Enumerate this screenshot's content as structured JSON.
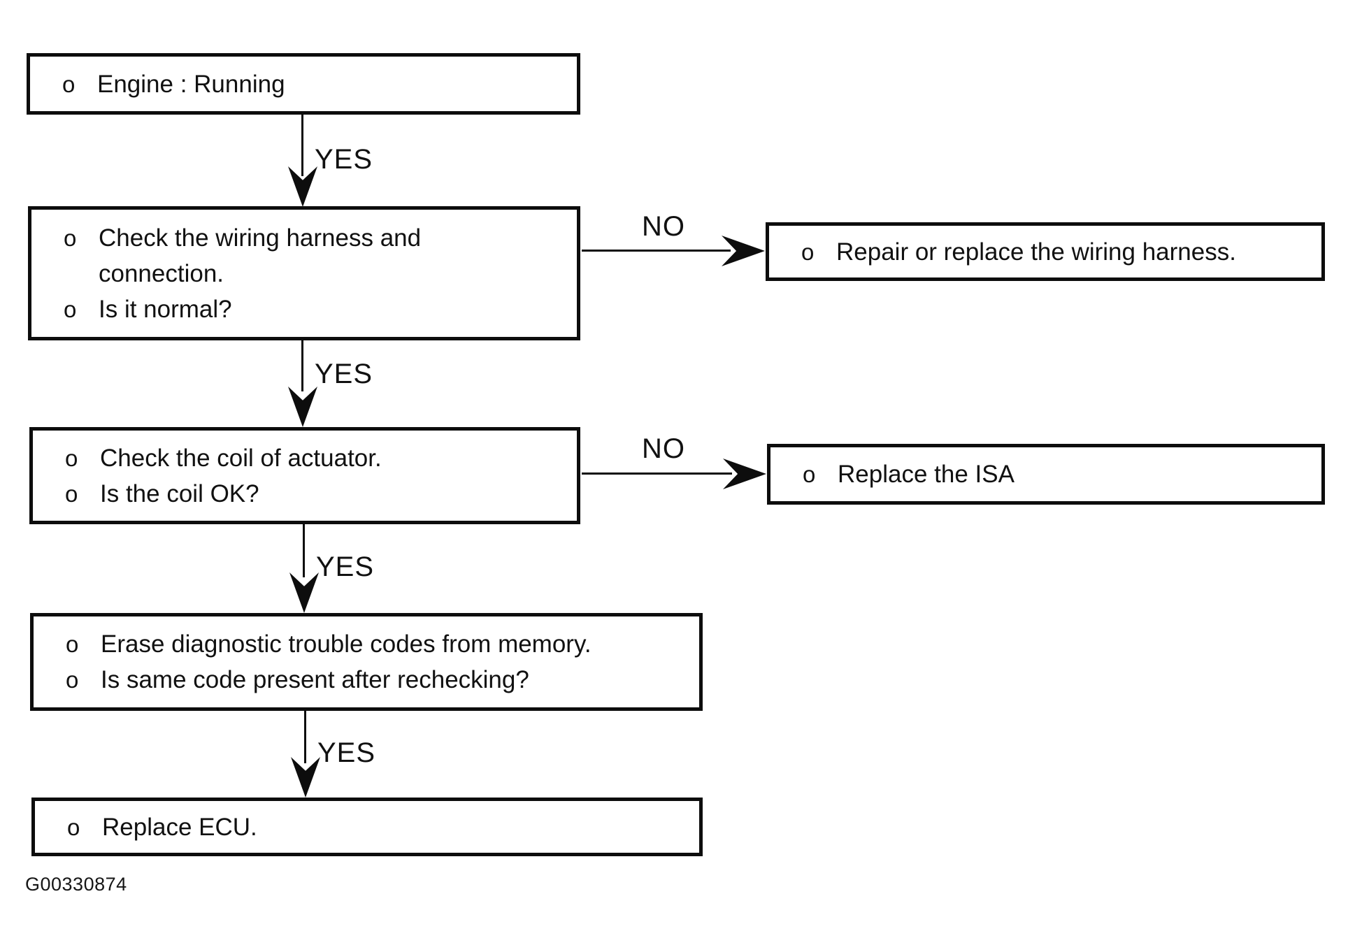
{
  "page": {
    "background": "#ffffff",
    "ink": "#0d0d0d"
  },
  "bullet_glyph": "o",
  "connectors": {
    "yes": "YES",
    "no": "NO"
  },
  "boxes": {
    "engine_running": {
      "line1": "Engine : Running"
    },
    "check_wiring": {
      "line1": "Check the wiring harness and",
      "line2": "connection.",
      "line3": "Is it normal?"
    },
    "repair_wiring": {
      "line1": "Repair or replace the wiring harness."
    },
    "check_coil": {
      "line1": "Check the coil of actuator.",
      "line2": "Is the coil OK?"
    },
    "replace_isa": {
      "line1": "Replace the ISA"
    },
    "erase_codes": {
      "line1": "Erase diagnostic trouble codes from memory.",
      "line2": "Is same code present after rechecking?"
    },
    "replace_ecu": {
      "line1": "Replace ECU."
    }
  },
  "caption": "G00330874"
}
